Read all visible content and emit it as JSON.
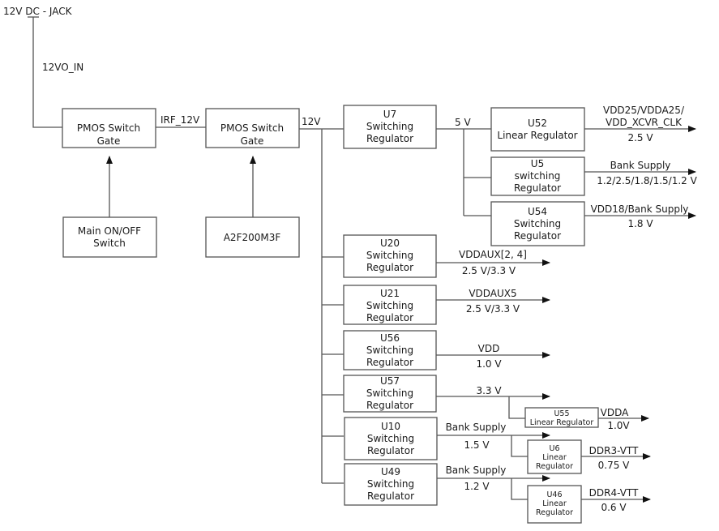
{
  "diagram": {
    "title_input": "12V DC - JACK",
    "net_labels": {
      "input_net": "12VO_IN",
      "irf": "IRF_12V",
      "rail_12v": "12V",
      "rail_5v": "5 V"
    },
    "blocks": {
      "pmos1": [
        "PMOS Switch",
        "Gate"
      ],
      "pmos2": [
        "PMOS Switch",
        "Gate"
      ],
      "main_switch": [
        "Main ON/OFF",
        "Switch"
      ],
      "a2f": [
        "A2F200M3F"
      ],
      "u7": [
        "U7",
        "Switching",
        "Regulator"
      ],
      "u52": [
        "U52",
        "Linear Regulator"
      ],
      "u5": [
        "U5",
        "switching",
        "Regulator"
      ],
      "u54": [
        "U54",
        "Switching",
        "Regulator"
      ],
      "u20": [
        "U20",
        "Switching",
        "Regulator"
      ],
      "u21": [
        "U21",
        "Switching",
        "Regulator"
      ],
      "u56": [
        "U56",
        "Switching",
        "Regulator"
      ],
      "u57": [
        "U57",
        "Switching",
        "Regulator"
      ],
      "u10": [
        "U10",
        "Switching",
        "Regulator"
      ],
      "u49": [
        "U49",
        "Switching",
        "Regulator"
      ],
      "u55": [
        "U55",
        "Linear Regulator"
      ],
      "u6": [
        "U6",
        "Linear",
        "Regulator"
      ],
      "u46": [
        "U46",
        "Linear",
        "Regulator"
      ]
    },
    "outputs": {
      "u52": {
        "name1": "VDD25/VDDA25/",
        "name2": "VDD_XCVR_CLK",
        "voltage": "2.5 V"
      },
      "u5": {
        "name": "Bank Supply",
        "voltage": "1.2/2.5/1.8/1.5/1.2 V"
      },
      "u54": {
        "name": "VDD18/Bank Supply",
        "voltage": "1.8 V"
      },
      "u20": {
        "name": "VDDAUX[2, 4]",
        "voltage": "2.5 V/3.3 V"
      },
      "u21": {
        "name": "VDDAUX5",
        "voltage": "2.5 V/3.3 V"
      },
      "u56": {
        "name": "VDD",
        "voltage": "1.0 V"
      },
      "u57": {
        "voltage": "3.3 V"
      },
      "u55": {
        "name": "VDDA",
        "voltage": "1.0V"
      },
      "u10": {
        "name": "Bank Supply",
        "voltage": "1.5 V"
      },
      "u6": {
        "name": "DDR3-VTT",
        "voltage": "0.75 V"
      },
      "u49": {
        "name": "Bank Supply",
        "voltage": "1.2 V"
      },
      "u46": {
        "name": "DDR4-VTT",
        "voltage": "0.6 V"
      }
    }
  }
}
